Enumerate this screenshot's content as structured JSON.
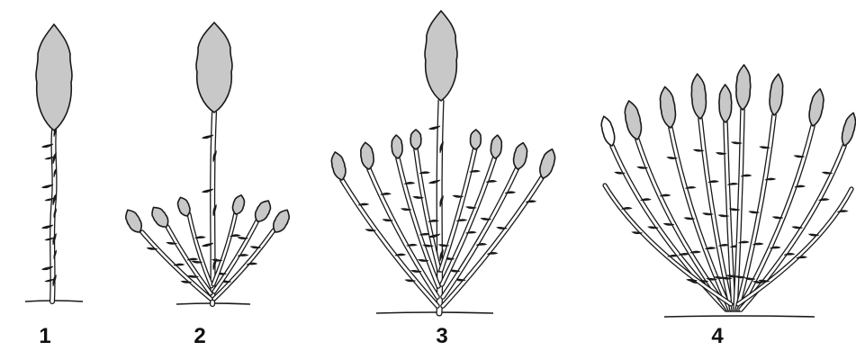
{
  "panels": [
    {
      "label": "1"
    },
    {
      "label": "2"
    },
    {
      "label": "3"
    },
    {
      "label": "4"
    }
  ],
  "colors": {
    "stem_fill": "#ffffff",
    "stroke": "#1a1a1a",
    "inflorescence_fill": "#c8c8c8"
  }
}
